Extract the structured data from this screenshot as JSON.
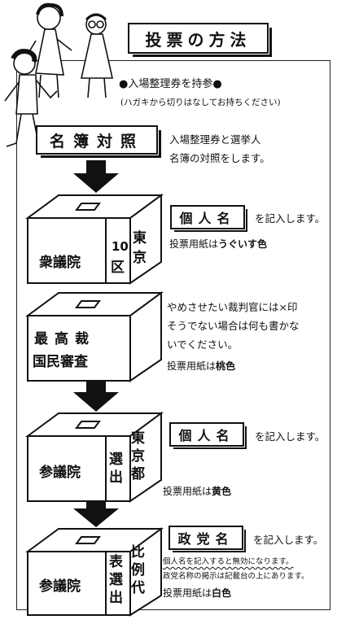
{
  "title": "投票の方法",
  "notice": "●入場整理券を持参●",
  "notice_sub": "(ハガキから切りはなしてお持ちください)",
  "step1": {
    "label": "名簿対照",
    "desc_line1": "入場整理券と選挙人",
    "desc_line2": "名簿の対照をします。"
  },
  "box1": {
    "front_label": "衆議院",
    "side_line1": "10",
    "side_line2": "区",
    "side_line3": "東",
    "side_line4": "京",
    "write_label": "個人名",
    "write_text": "を記入します。",
    "paper_prefix": "投票用紙は",
    "paper_color": "うぐいす色"
  },
  "box2": {
    "front_line1": "最高裁",
    "front_line2": "国民審査",
    "text_line1": "やめさせたい裁判官には×印",
    "text_line2": "そうでない場合は何も書かな",
    "text_line3": "いでください。",
    "paper_prefix": "投票用紙は",
    "paper_color": "桃色"
  },
  "box3": {
    "front_label": "参議院",
    "side_col1": "選出",
    "side_col2": "東京都",
    "write_label": "個人名",
    "write_text": "を記入します。",
    "paper_prefix": "投票用紙は",
    "paper_color": "黄色"
  },
  "box4": {
    "front_label": "参議院",
    "side_col1": "表選出",
    "side_col2": "比例代",
    "write_label": "政党名",
    "write_text": "を記入します。",
    "note1": "個人名を記入すると無効になります。",
    "note2": "政党名称の掲示は記載台の上にあります。",
    "paper_prefix": "投票用紙は",
    "paper_color": "白色"
  }
}
